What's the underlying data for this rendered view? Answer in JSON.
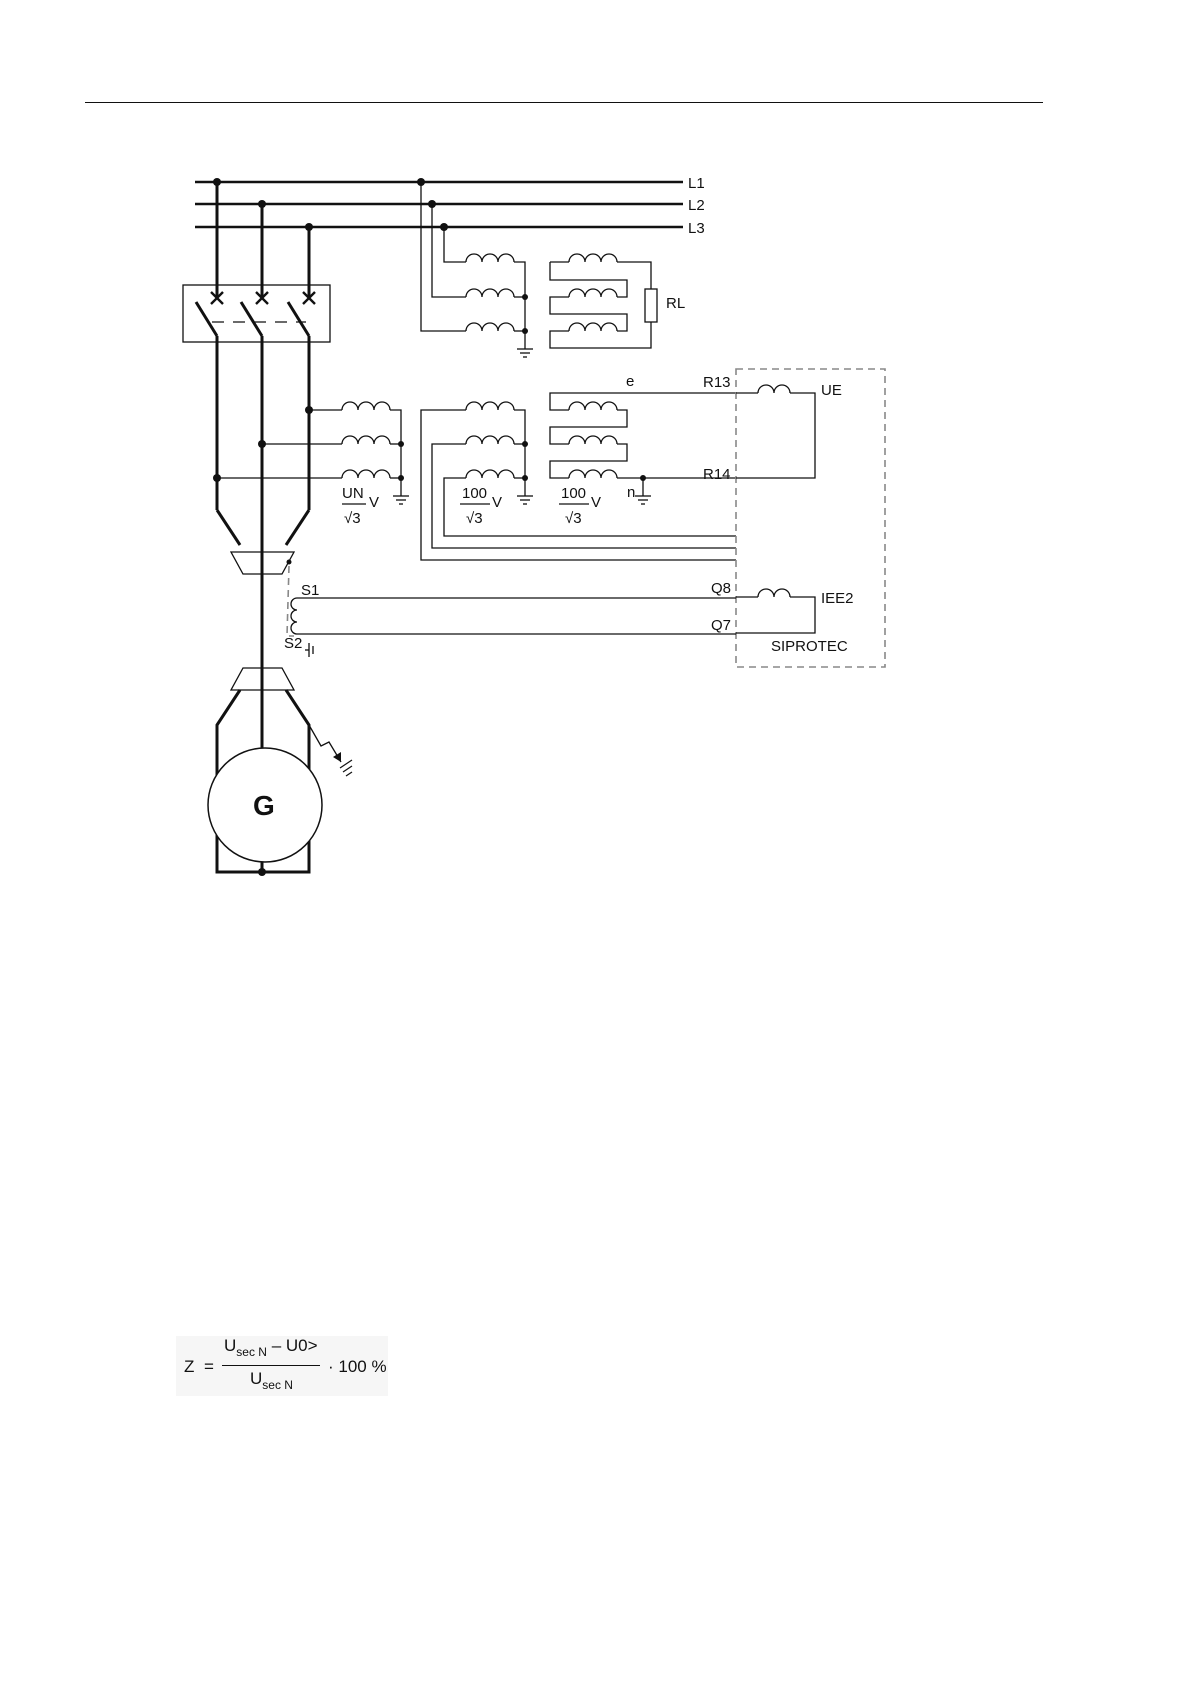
{
  "bus_labels": {
    "l1": "L1",
    "l2": "L2",
    "l3": "L3"
  },
  "components": {
    "load_resistor": "RL",
    "generator": "G",
    "relay": "SIPROTEC",
    "relay_voltage_input": "UE",
    "relay_current_input": "IEE2"
  },
  "terminals": {
    "r13": "R13",
    "r14": "R14",
    "q8": "Q8",
    "q7": "Q7",
    "s1": "S1",
    "s2": "S2",
    "e": "e",
    "n": "n"
  },
  "ratio_labels": {
    "primary_num": "UN",
    "primary_unit": "V",
    "secondary_a_num": "100",
    "secondary_a_unit": "V",
    "secondary_b_num": "100",
    "secondary_b_unit": "V",
    "sqrt": "√3"
  },
  "formula": {
    "lhs": "Z",
    "eq": "=",
    "u1": "U",
    "u1_sub": "sec N",
    "minus_term": " – U0>",
    "u2": "U",
    "u2_sub": "sec N",
    "factor": "· 100 %"
  },
  "colors": {
    "line": "#111111",
    "dashed_box": "#888888",
    "formula_bg": "#f6f6f6"
  }
}
